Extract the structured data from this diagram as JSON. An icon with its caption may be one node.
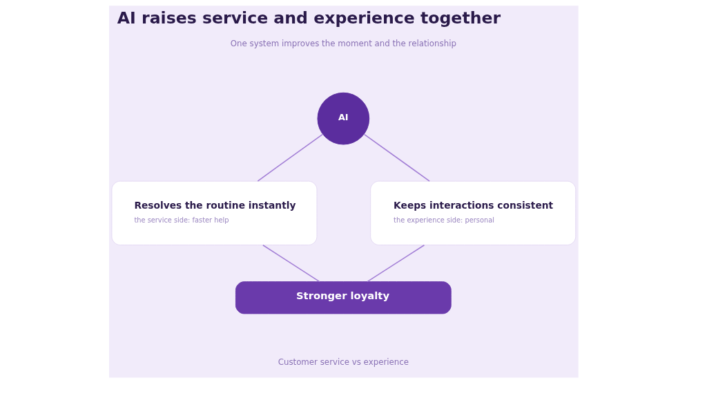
{
  "diagram": {
    "title": "AI raises service and experience together",
    "nodes": [
      {
        "text": [
          "AI"
        ]
      },
      {
        "text": [
          "Resolves the routine instantly",
          "the service side: faster help"
        ]
      },
      {
        "text": [
          "Keeps interactions consistent",
          "the experience side: personal"
        ]
      },
      {
        "text": [
          "Stronger loyalty"
        ]
      }
    ],
    "edges": [
      {
        "from": 0,
        "to": 1,
        "arrow": "none"
      },
      {
        "from": 0,
        "to": 2,
        "arrow": "none"
      },
      {
        "from": 1,
        "to": 3,
        "arrow": "none"
      },
      {
        "from": 2,
        "to": 3,
        "arrow": "none"
      }
    ],
    "labels": [
      "One system improves the moment and the relationship",
      "Customer service vs experience"
    ]
  }
}
